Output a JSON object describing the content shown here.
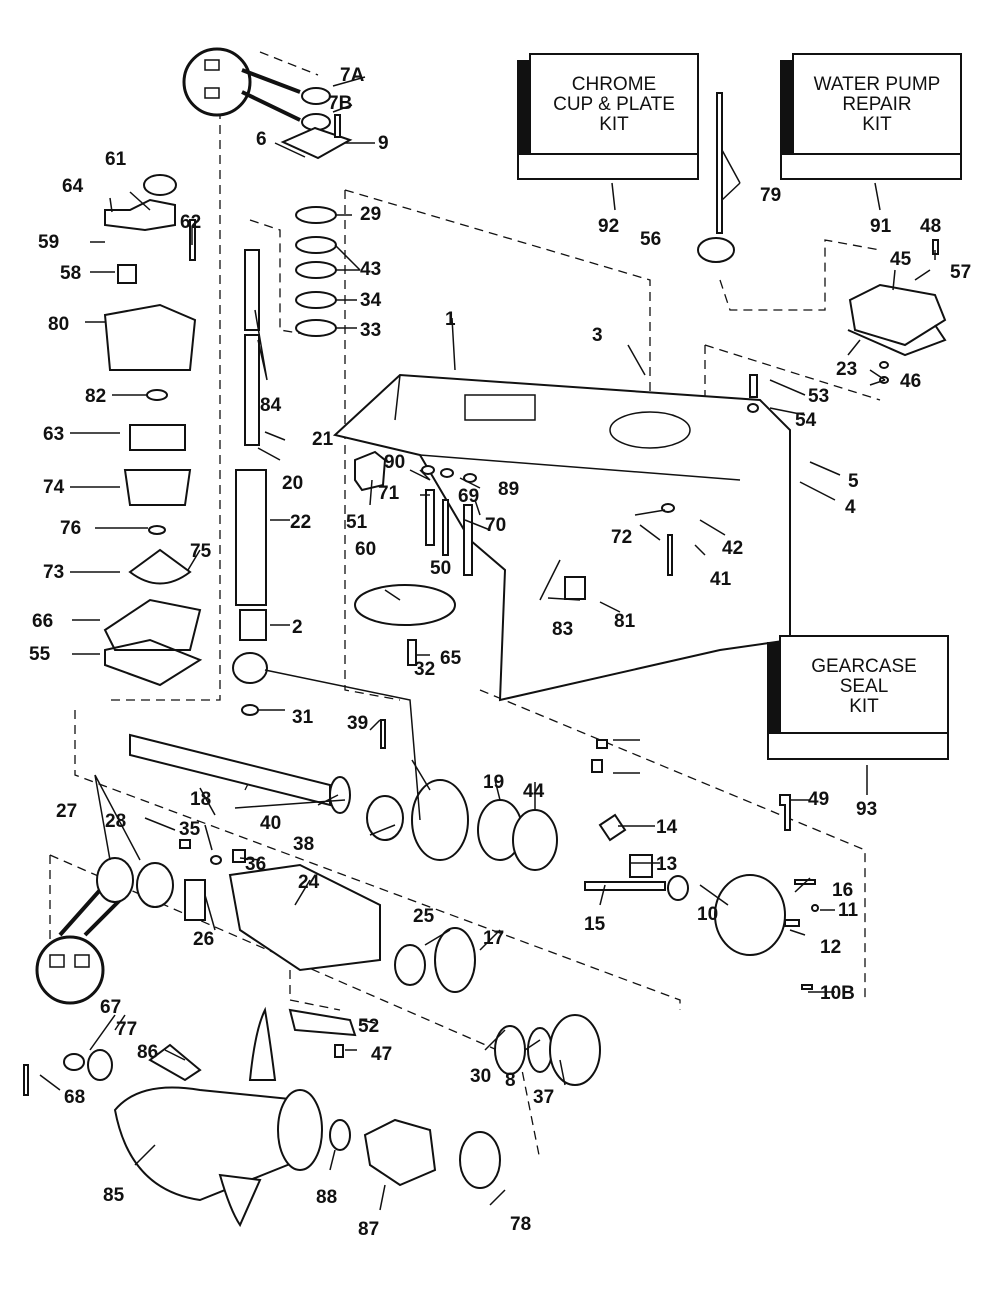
{
  "diagram": {
    "type": "exploded-parts-diagram",
    "subject": "outboard gearcase"
  },
  "kits": [
    {
      "id": "92",
      "text": "CHROME\nCUP & PLATE\nKIT"
    },
    {
      "id": "91",
      "text": "WATER PUMP\nREPAIR\nKIT"
    },
    {
      "id": "93",
      "text": "GEARCASE\nSEAL\nKIT"
    }
  ],
  "callouts": [
    "7A",
    "7B",
    "9",
    "6",
    "29",
    "43",
    "34",
    "33",
    "84",
    "21",
    "20",
    "22",
    "2",
    "32",
    "31",
    "61",
    "64",
    "62",
    "59",
    "58",
    "80",
    "82",
    "63",
    "74",
    "76",
    "75",
    "73",
    "66",
    "55",
    "92",
    "79",
    "56",
    "91",
    "48",
    "45",
    "57",
    "23",
    "46",
    "1",
    "3",
    "53",
    "54",
    "5",
    "4",
    "90",
    "89",
    "71",
    "69",
    "70",
    "51",
    "50",
    "60",
    "65",
    "72",
    "42",
    "41",
    "83",
    "81",
    "39",
    "18",
    "40",
    "38",
    "19",
    "44",
    "14",
    "13",
    "15",
    "10",
    "16",
    "11",
    "12",
    "10B",
    "49",
    "93",
    "27",
    "28",
    "35",
    "36",
    "24",
    "26",
    "25",
    "17",
    "30",
    "8",
    "37",
    "52",
    "47",
    "67",
    "77",
    "86",
    "68",
    "85",
    "88",
    "87",
    "78"
  ]
}
